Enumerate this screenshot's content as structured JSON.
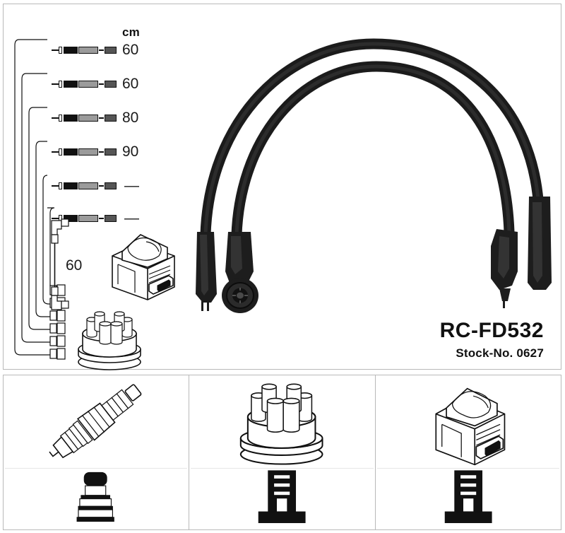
{
  "product": {
    "code": "RC-FD532",
    "stock_label": "Stock-No. 0627"
  },
  "spec_table": {
    "unit_header": "cm",
    "rows": [
      {
        "length": "60",
        "icon": "ignition-cable-connector"
      },
      {
        "length": "60",
        "icon": "ignition-cable-connector"
      },
      {
        "length": "80",
        "icon": "ignition-cable-connector"
      },
      {
        "length": "90",
        "icon": "ignition-cable-connector"
      },
      {
        "length": "—",
        "icon": "ignition-cable-connector"
      },
      {
        "length": "—",
        "icon": "ignition-cable-connector"
      }
    ],
    "jumper_length": "60"
  },
  "diagram": {
    "main_cable_set": "ignition-lead-set",
    "coil": "ignition-coil",
    "distributor_cap": "distributor-cap",
    "jumper_lead": "short-jumper-lead"
  },
  "legend": {
    "panels": [
      {
        "top_icon": "spark-plug",
        "bottom_icon": "spark-plug-terminal-boot"
      },
      {
        "top_icon": "distributor-cap",
        "bottom_icon": "distributor-terminal-boot"
      },
      {
        "top_icon": "ignition-coil",
        "bottom_icon": "coil-terminal-boot"
      }
    ]
  },
  "colors": {
    "frame": "#b9b9b9",
    "ink": "#111111",
    "background": "#ffffff",
    "metal_grey": "#9b9b9b"
  }
}
